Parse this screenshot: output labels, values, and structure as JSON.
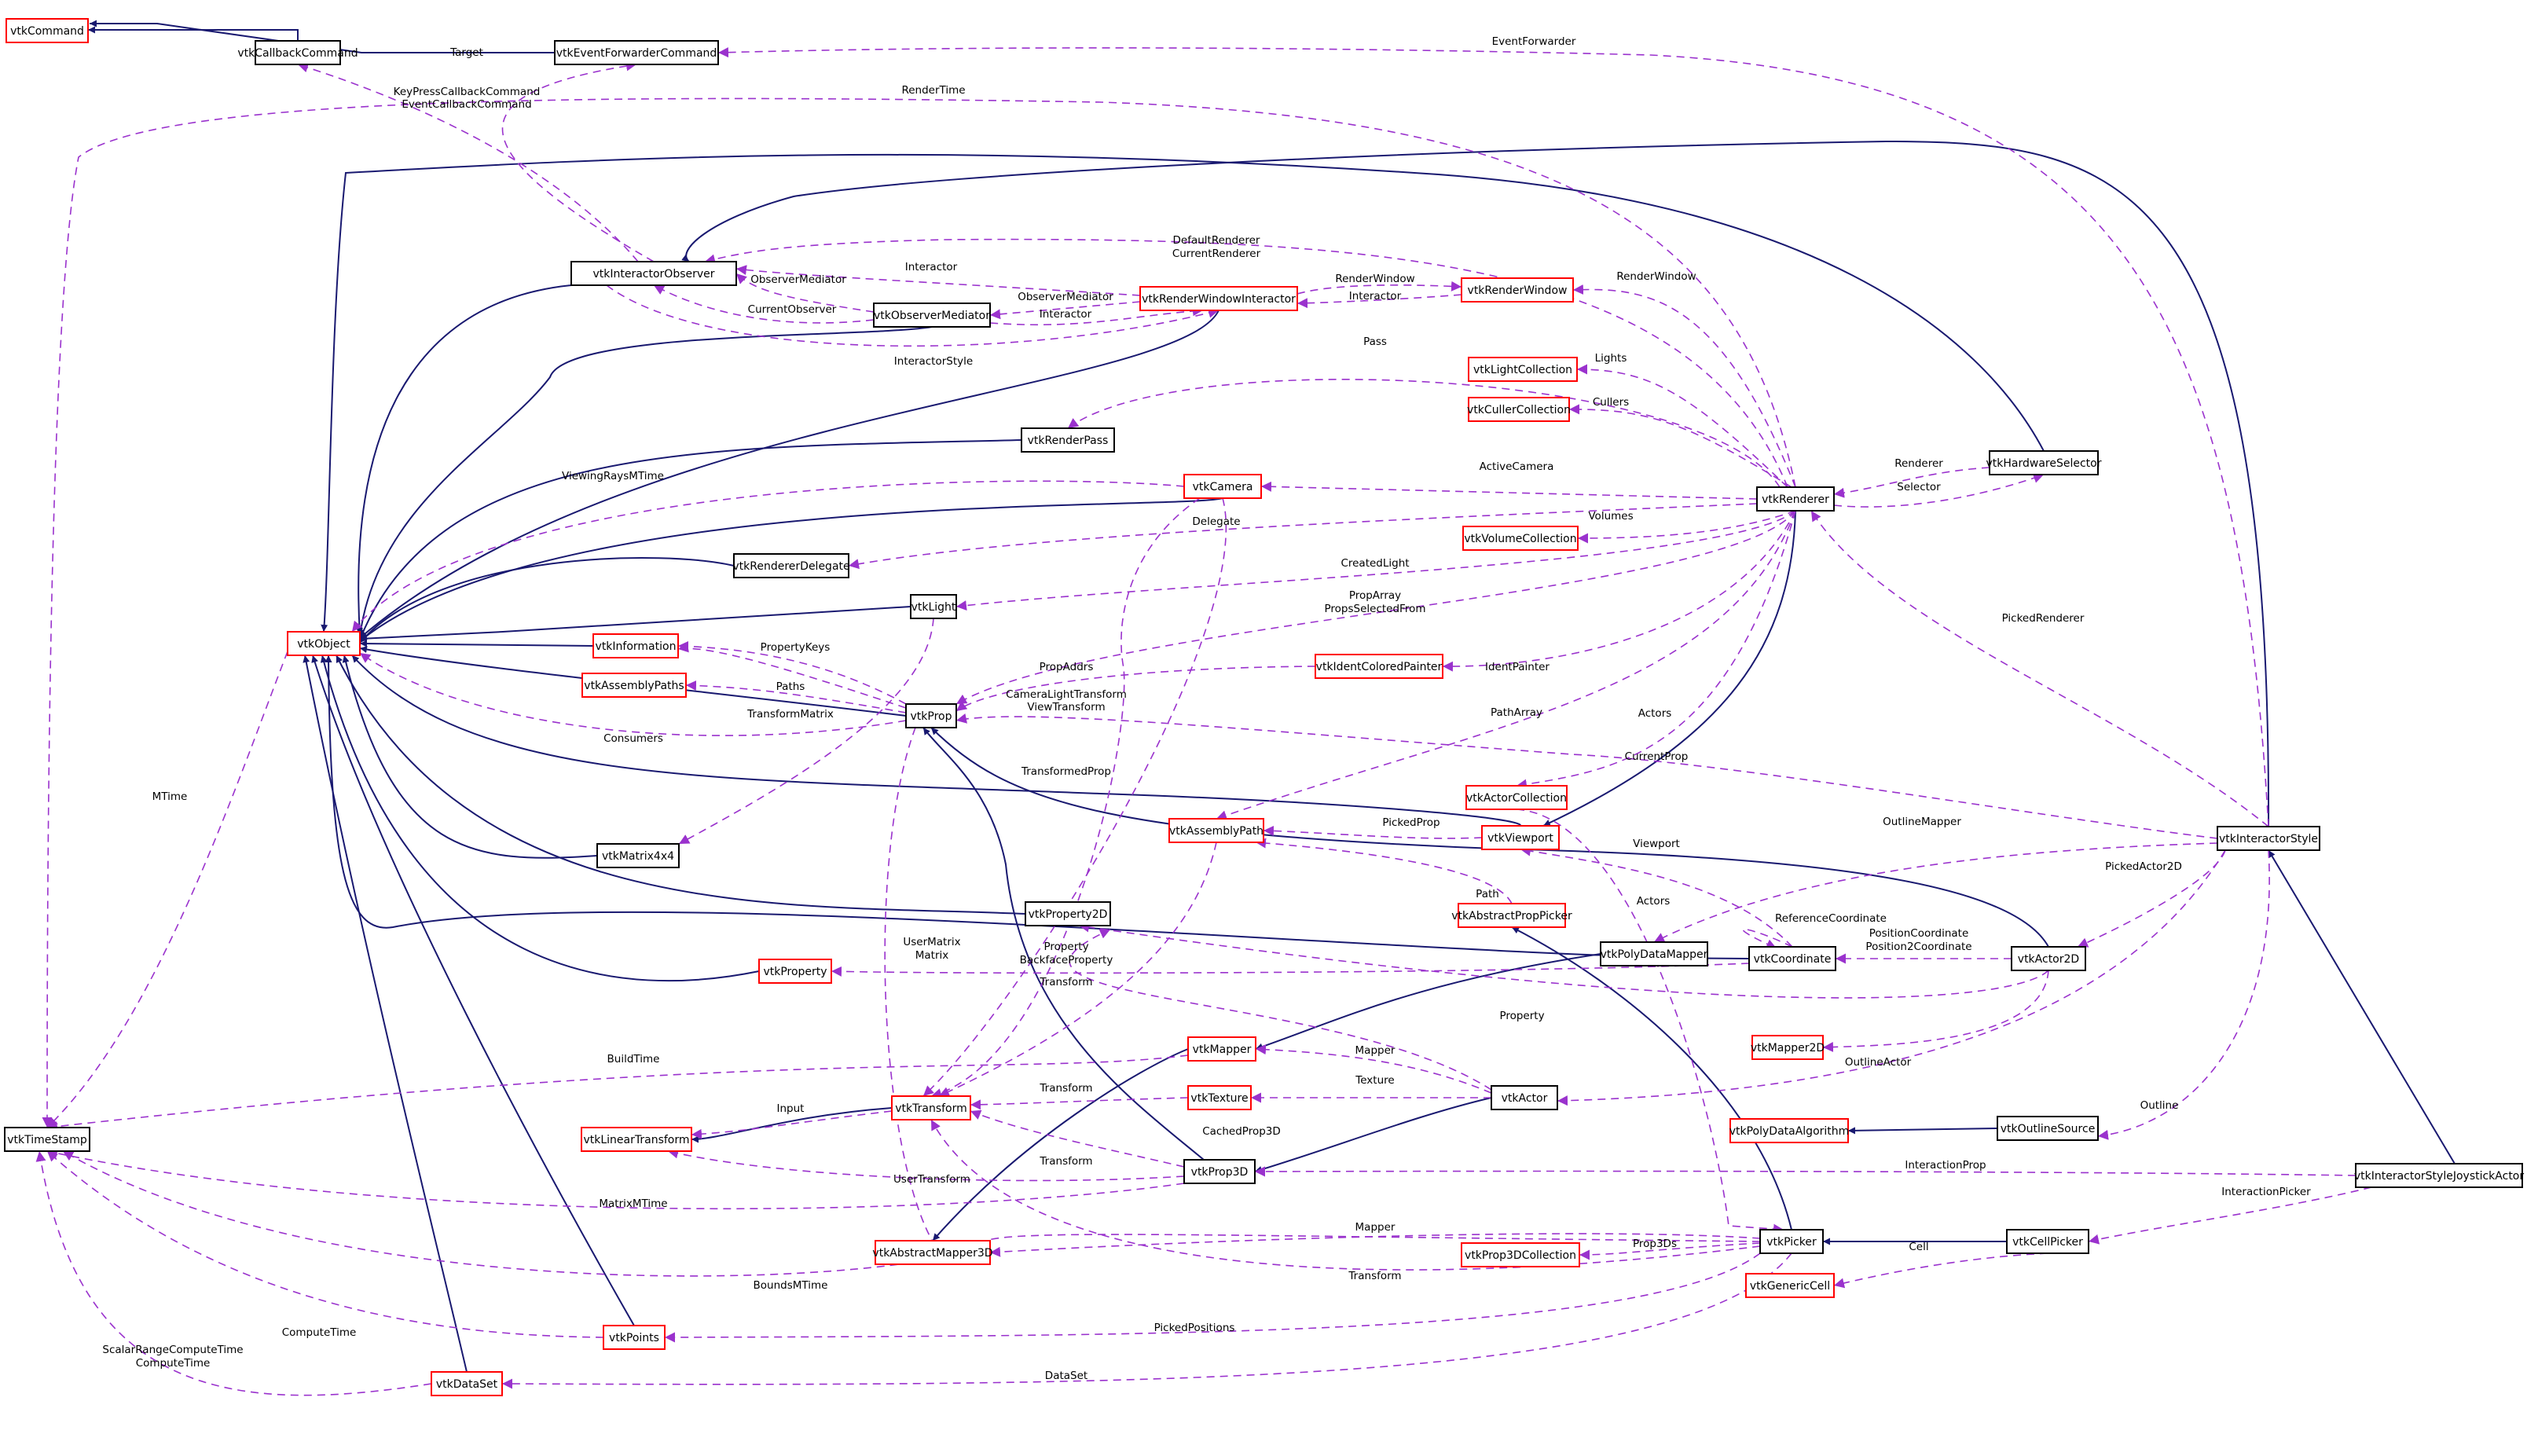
{
  "colors": {
    "inheritance_edge": "#191970",
    "usage_edge": "#9a32cd",
    "documented_border": "#000000",
    "undocumented_border": "#ff0000",
    "focus_fill": "#bfbfbf",
    "arrow_head_inheritance": "#191970"
  },
  "nodes": [
    {
      "name": "vtkCommand",
      "style": "red"
    },
    {
      "name": "vtkCallbackCommand",
      "style": "black"
    },
    {
      "name": "vtkEventForwarderCommand",
      "style": "black"
    },
    {
      "name": "vtkTimeStamp",
      "style": "black"
    },
    {
      "name": "vtkObject",
      "style": "red"
    },
    {
      "name": "vtkInteractorObserver",
      "style": "black"
    },
    {
      "name": "vtkObserverMediator",
      "style": "black"
    },
    {
      "name": "vtkRenderWindowInteractor",
      "style": "red"
    },
    {
      "name": "vtkRenderWindow",
      "style": "red"
    },
    {
      "name": "vtkLightCollection",
      "style": "red"
    },
    {
      "name": "vtkCullerCollection",
      "style": "red"
    },
    {
      "name": "vtkRenderPass",
      "style": "black"
    },
    {
      "name": "vtkCamera",
      "style": "red"
    },
    {
      "name": "vtkRenderer",
      "style": "black"
    },
    {
      "name": "vtkHardwareSelector",
      "style": "black"
    },
    {
      "name": "vtkVolumeCollection",
      "style": "red"
    },
    {
      "name": "vtkRendererDelegate",
      "style": "black"
    },
    {
      "name": "vtkLight",
      "style": "black"
    },
    {
      "name": "vtkInformation",
      "style": "red"
    },
    {
      "name": "vtkIdentColoredPainter",
      "style": "red"
    },
    {
      "name": "vtkAssemblyPaths",
      "style": "red"
    },
    {
      "name": "vtkProp",
      "style": "black"
    },
    {
      "name": "vtkActorCollection",
      "style": "red"
    },
    {
      "name": "vtkAssemblyPath",
      "style": "red"
    },
    {
      "name": "vtkViewport",
      "style": "red"
    },
    {
      "name": "vtkInteractorStyle",
      "style": "black"
    },
    {
      "name": "vtkMatrix4x4",
      "style": "black"
    },
    {
      "name": "vtkProperty2D",
      "style": "black"
    },
    {
      "name": "vtkAbstractPropPicker",
      "style": "red"
    },
    {
      "name": "vtkPolyDataMapper",
      "style": "black"
    },
    {
      "name": "vtkCoordinate",
      "style": "black"
    },
    {
      "name": "vtkActor2D",
      "style": "black"
    },
    {
      "name": "vtkProperty",
      "style": "red"
    },
    {
      "name": "vtkMapper",
      "style": "red"
    },
    {
      "name": "vtkMapper2D",
      "style": "red"
    },
    {
      "name": "vtkTexture",
      "style": "red"
    },
    {
      "name": "vtkActor",
      "style": "black"
    },
    {
      "name": "vtkTransform",
      "style": "red"
    },
    {
      "name": "vtkLinearTransform",
      "style": "red"
    },
    {
      "name": "vtkPolyDataAlgorithm",
      "style": "red"
    },
    {
      "name": "vtkOutlineSource",
      "style": "black"
    },
    {
      "name": "vtkProp3D",
      "style": "black"
    },
    {
      "name": "vtkInteractorStyleJoystickActor",
      "style": "focus"
    },
    {
      "name": "vtkPicker",
      "style": "black"
    },
    {
      "name": "vtkCellPicker",
      "style": "black"
    },
    {
      "name": "vtkAbstractMapper3D",
      "style": "red"
    },
    {
      "name": "vtkProp3DCollection",
      "style": "red"
    },
    {
      "name": "vtkGenericCell",
      "style": "red"
    },
    {
      "name": "vtkPoints",
      "style": "red"
    },
    {
      "name": "vtkDataSet",
      "style": "red"
    }
  ],
  "edge_labels": [
    "EventForwarder",
    "Target",
    "KeyPressCallbackCommand",
    "EventCallbackCommand",
    "RenderTime",
    "DefaultRenderer",
    "CurrentRenderer",
    "Interactor",
    "ObserverMediator",
    "CurrentObserver",
    "RenderWindow",
    "Interactor",
    "ObserverMediator",
    "Interactor",
    "RenderWindow",
    "InteractorStyle",
    "Pass",
    "Lights",
    "Cullers",
    "ViewingRaysMTime",
    "ActiveCamera",
    "Renderer",
    "Selector",
    "Delegate",
    "Volumes",
    "CreatedLight",
    "PropArray",
    "PropsSelectedFrom",
    "PickedRenderer",
    "PropertyKeys",
    "PropAddrs",
    "IdentPainter",
    "Paths",
    "CameraLightTransform",
    "ViewTransform",
    "PathArray",
    "TransformMatrix",
    "Consumers",
    "Actors",
    "CurrentProp",
    "TransformedProp",
    "MTime",
    "PickedProp",
    "OutlineMapper",
    "Viewport",
    "Path",
    "PickedActor2D",
    "Actors",
    "ReferenceCoordinate",
    "PositionCoordinate",
    "Position2Coordinate",
    "UserMatrix",
    "Matrix",
    "Property",
    "BackfaceProperty",
    "Property",
    "Transform",
    "Mapper",
    "BuildTime",
    "OutlineActor",
    "Texture",
    "Input",
    "Transform",
    "Outline",
    "CachedProp3D",
    "Transform",
    "InteractionProp",
    "UserTransform",
    "InteractionPicker",
    "MatrixMTime",
    "Mapper",
    "Cell",
    "Prop3Ds",
    "Transform",
    "BoundsMTime",
    "ComputeTime",
    "PickedPositions",
    "ScalarRangeComputeTime",
    "ComputeTime",
    "DataSet"
  ]
}
